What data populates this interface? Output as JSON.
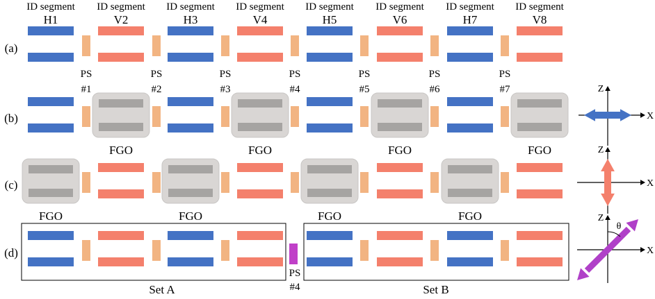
{
  "colors": {
    "horizontal_bar": "#4472c4",
    "vertical_bar": "#f4806c",
    "phase_shifter": "#f2b482",
    "fgo_box": "#d9d6d4",
    "fgo_bar": "#a6a4a2",
    "ps4_highlight": "#c040c8",
    "axis_blue": "#4472c4",
    "axis_pink": "#f4806c",
    "axis_purple": "#b040c8"
  },
  "header": {
    "segment_prefix": "ID segment",
    "segments": [
      "H1",
      "V2",
      "H3",
      "V4",
      "H5",
      "V6",
      "H7",
      "V8"
    ]
  },
  "rows": [
    {
      "label": "(a)",
      "pattern": [
        "H",
        "V",
        "H",
        "V",
        "H",
        "V",
        "H",
        "V"
      ]
    },
    {
      "label": "(b)",
      "pattern": [
        "H",
        "FGO",
        "H",
        "FGO",
        "H",
        "FGO",
        "H",
        "FGO"
      ]
    },
    {
      "label": "(c)",
      "pattern": [
        "FGO",
        "V",
        "FGO",
        "V",
        "FGO",
        "V",
        "FGO",
        "V"
      ]
    },
    {
      "label": "(d)",
      "pattern": [
        "H",
        "V",
        "H",
        "V",
        "H",
        "V",
        "H",
        "V"
      ]
    }
  ],
  "ps_labels": [
    {
      "top": "PS",
      "bottom": "#1"
    },
    {
      "top": "PS",
      "bottom": "#2"
    },
    {
      "top": "PS",
      "bottom": "#3"
    },
    {
      "top": "PS",
      "bottom": "#4"
    },
    {
      "top": "PS",
      "bottom": "#5"
    },
    {
      "top": "PS",
      "bottom": "#6"
    },
    {
      "top": "PS",
      "bottom": "#7"
    }
  ],
  "fgo_label": "FGO",
  "row_d": {
    "set_a": "Set A",
    "set_b": "Set B",
    "ps_top": "PS",
    "ps_bottom": "#4"
  },
  "axes": {
    "z_label": "Z",
    "x_label": "X",
    "theta_label": "θ",
    "panels": [
      {
        "arrow": "horizontal",
        "color_key": "axis_blue"
      },
      {
        "arrow": "vertical",
        "color_key": "axis_pink"
      },
      {
        "arrow": "diagonal",
        "color_key": "axis_purple"
      }
    ]
  }
}
